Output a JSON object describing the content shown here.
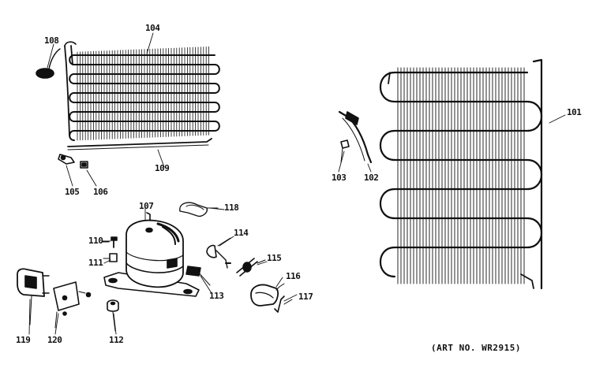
{
  "diagram": {
    "callouts": {
      "c101": "101",
      "c102": "102",
      "c103": "103",
      "c104": "104",
      "c105": "105",
      "c106": "106",
      "c107": "107",
      "c108": "108",
      "c109": "109",
      "c110": "110",
      "c111": "111",
      "c112": "112",
      "c113": "113",
      "c114": "114",
      "c115": "115",
      "c116": "116",
      "c117": "117",
      "c118": "118",
      "c119": "119",
      "c120": "120"
    },
    "art_number": "(ART NO. WR2915)"
  },
  "colors": {
    "ink": "#111111",
    "background": "#ffffff"
  }
}
